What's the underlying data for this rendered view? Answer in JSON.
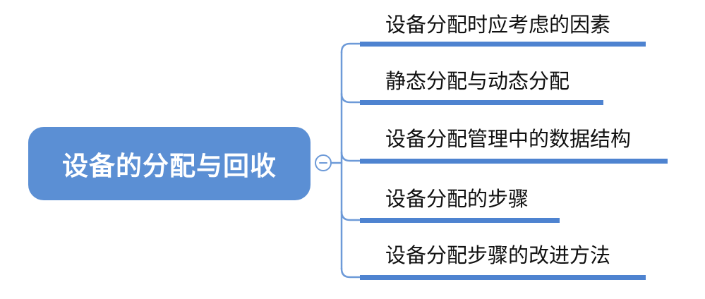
{
  "colors": {
    "node_fill": "#5b8fd4",
    "connector": "#6d9ad8",
    "underline": "#4e83d0",
    "toggle_border": "#6d9ad8",
    "text": "#111111"
  },
  "root": {
    "label": "设备的分配与回收",
    "toggle_icon": "minus-icon"
  },
  "branches": [
    {
      "label": "设备分配时应考虑的因素"
    },
    {
      "label": "静态分配与动态分配"
    },
    {
      "label": "设备分配管理中的数据结构"
    },
    {
      "label": "设备分配的步骤"
    },
    {
      "label": "设备分配步骤的改进方法"
    }
  ]
}
